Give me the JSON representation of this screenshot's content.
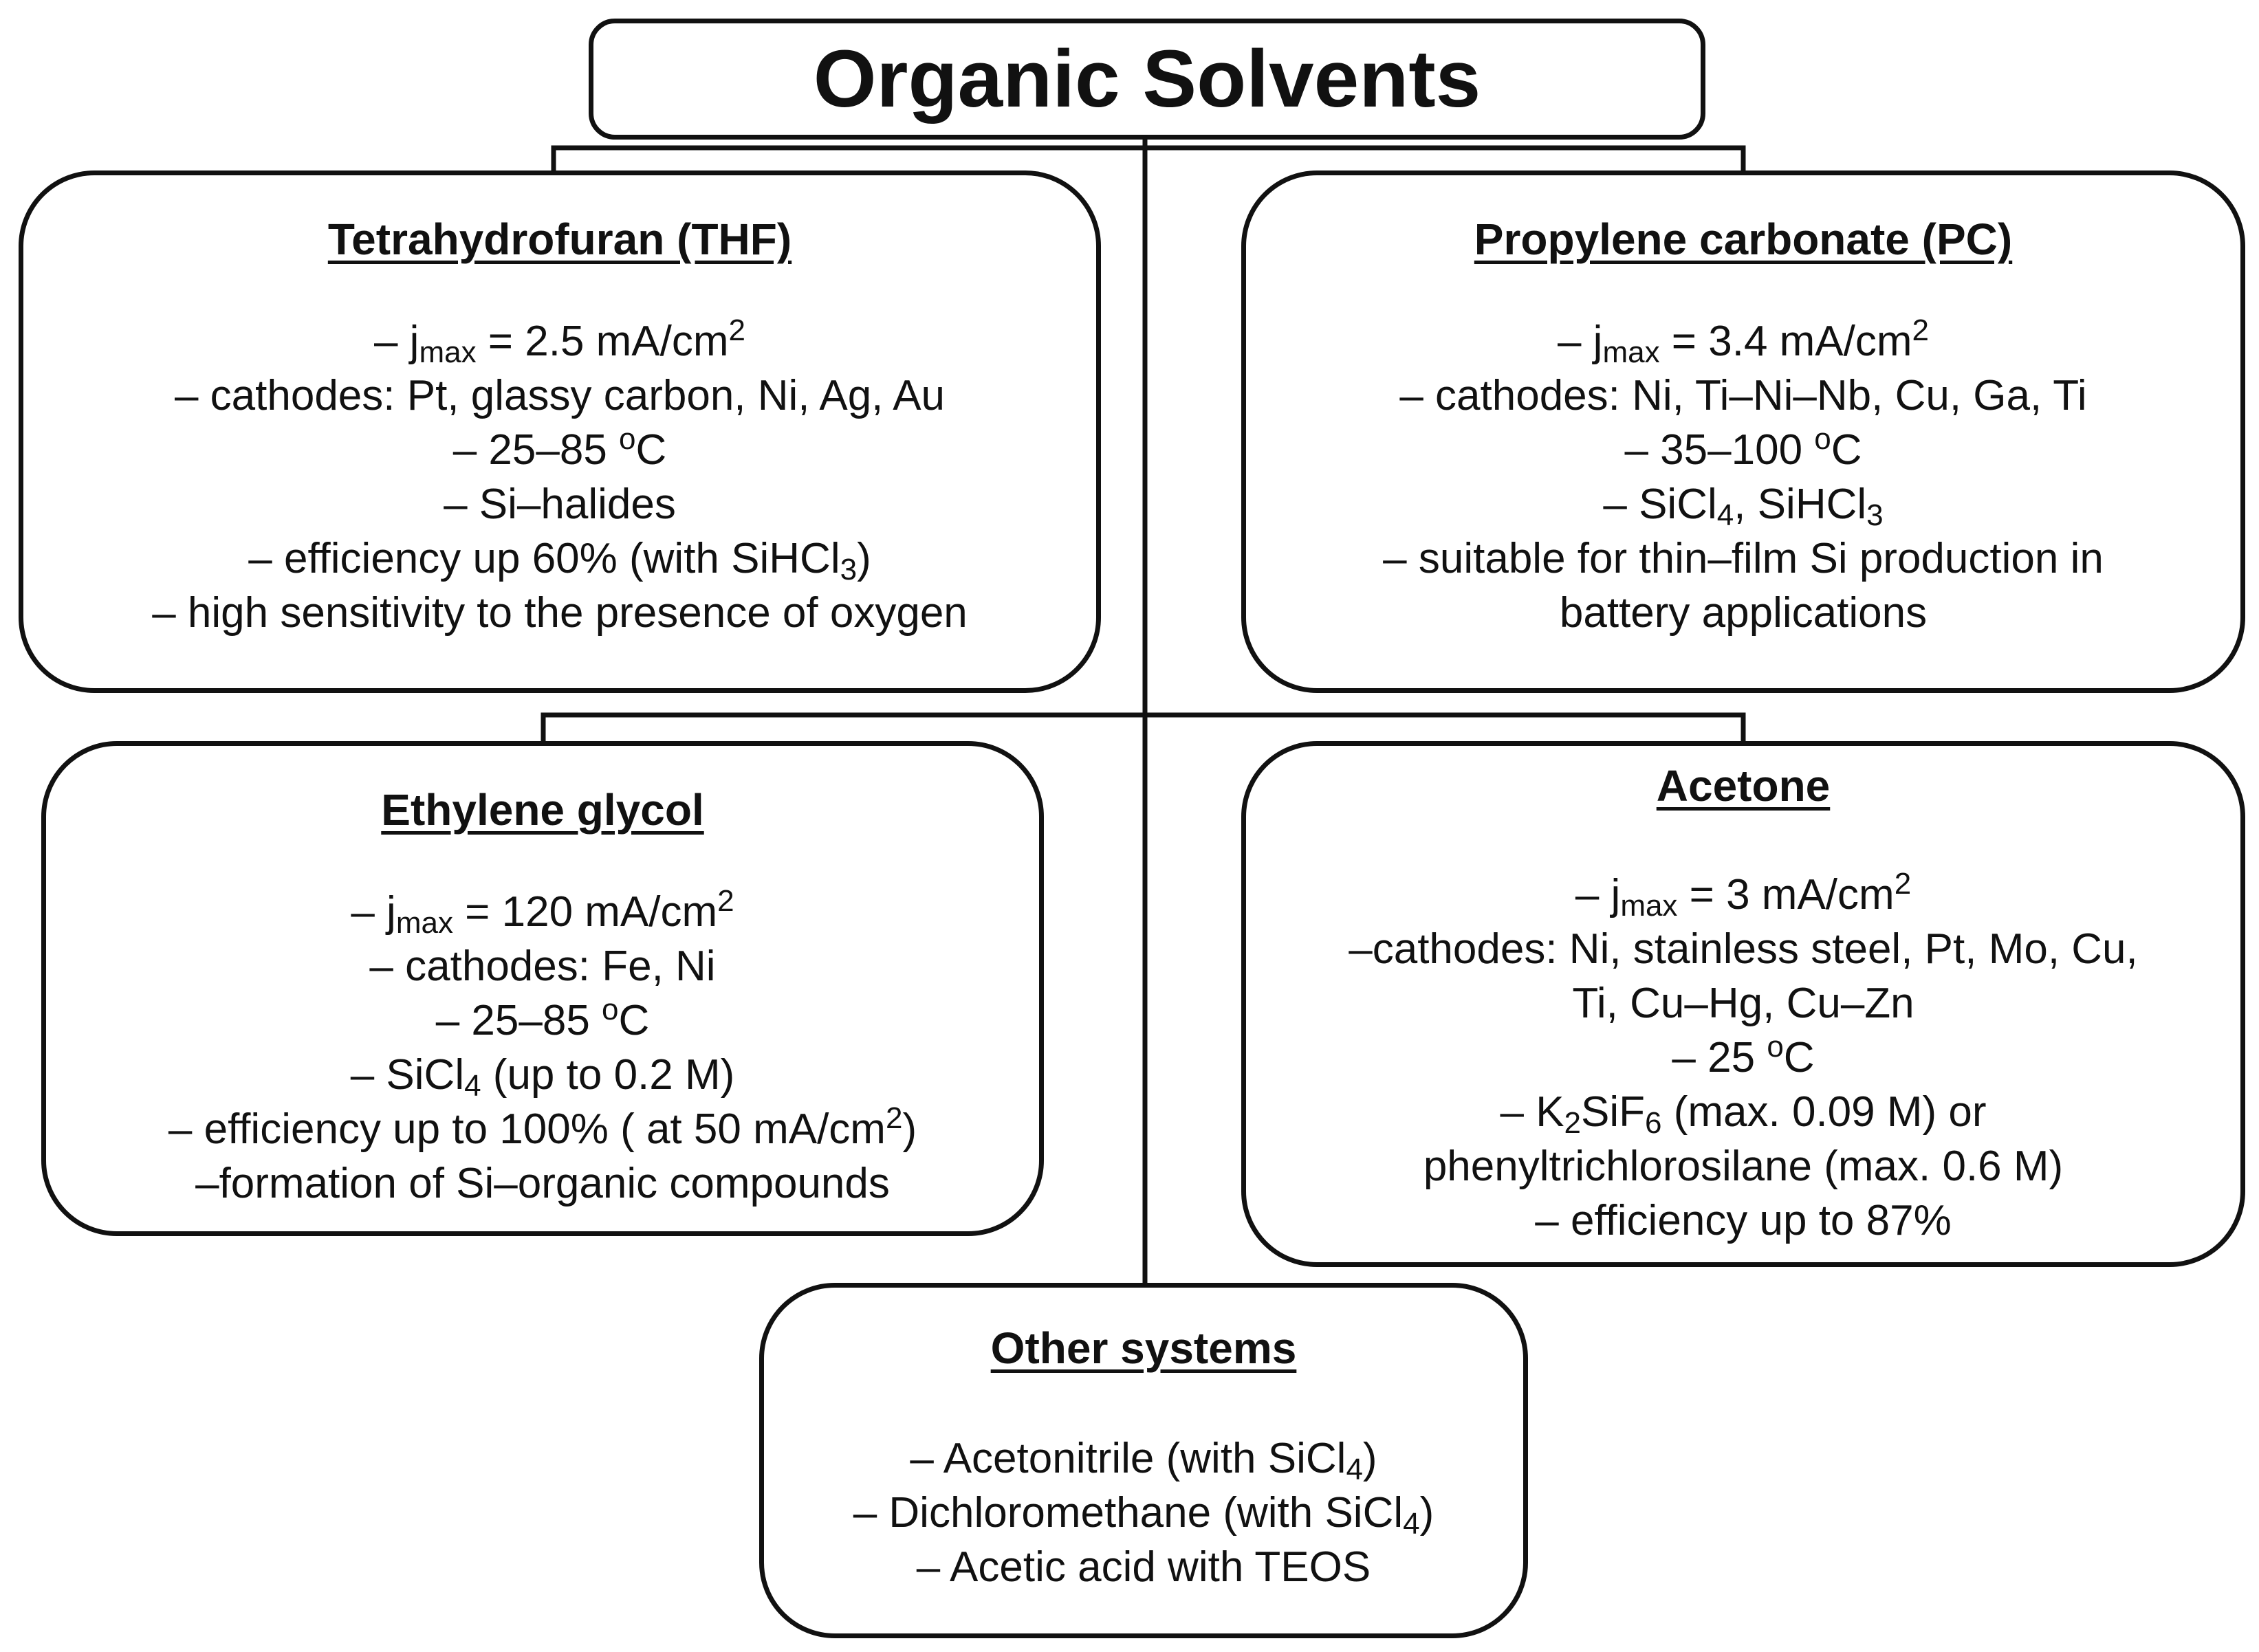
{
  "title": "Organic Solvents",
  "nodes": {
    "thf": {
      "heading": "Tetrahydrofuran (THF)",
      "jmax_prefix": "– j",
      "jmax_sub": "max",
      "jmax_value": " = 2.5 mA/cm",
      "jmax_sup": "2",
      "cathodes": "– cathodes:  Pt, glassy carbon, Ni, Ag, Au",
      "temp_a": "– 25–85 ",
      "temp_sup": "o",
      "temp_b": "C",
      "precursor": "– Si–halides",
      "efficiency_a": "– efficiency up 60% (with SiHCl",
      "efficiency_sub": "3",
      "efficiency_b": ")",
      "note": "– high sensitivity to the presence of oxygen"
    },
    "pc": {
      "heading": "Propylene carbonate (PC)",
      "jmax_prefix": "–  j",
      "jmax_sub": "max",
      "jmax_value": " = 3.4 mA/cm",
      "jmax_sup": "2",
      "cathodes": "– cathodes: Ni, Ti–Ni–Nb, Cu, Ga, Ti",
      "temp_a": "– 35–100 ",
      "temp_sup": "o",
      "temp_b": "C",
      "precursor_a": "– SiCl",
      "precursor_sub1": "4",
      "precursor_b": ", SiHCl",
      "precursor_sub2": "3",
      "note_line1": "– suitable for thin–film Si production in",
      "note_line2": "battery applications"
    },
    "ethylene_glycol": {
      "heading": "Ethylene glycol",
      "jmax_prefix": "–  j",
      "jmax_sub": "max",
      "jmax_value": " = 120 mA/cm",
      "jmax_sup": "2",
      "cathodes": "– cathodes: Fe, Ni",
      "temp_a": "– 25–85 ",
      "temp_sup": "o",
      "temp_b": "C",
      "precursor_a": "– SiCl",
      "precursor_sub": "4",
      "precursor_b": " (up to 0.2 M)",
      "efficiency_a": "– efficiency up to 100% ( at 50 mA/cm",
      "efficiency_sup": "2",
      "efficiency_b": ")",
      "note": "–formation of Si–organic compounds"
    },
    "acetone": {
      "heading": "Acetone",
      "jmax_prefix": "– j",
      "jmax_sub": "max",
      "jmax_value": " = 3 mA/cm",
      "jmax_sup": "2",
      "cathodes_line1": "–cathodes: Ni, stainless steel, Pt, Mo, Cu,",
      "cathodes_line2": "Ti, Cu–Hg, Cu–Zn",
      "temp_a": "– 25 ",
      "temp_sup": "o",
      "temp_b": "C",
      "precursor_a": "– K",
      "precursor_sub1": "2",
      "precursor_b": "SiF",
      "precursor_sub2": "6",
      "precursor_c": " (max. 0.09 M) or",
      "precursor_line2": "phenyltrichlorosilane (max. 0.6 M)",
      "efficiency": "– efficiency up to 87%"
    },
    "other": {
      "heading": "Other systems",
      "item1_a": "– Acetonitrile (with SiCl",
      "item1_sub": "4",
      "item1_b": ")",
      "item2_a": "– Dichloromethane (with SiCl",
      "item2_sub": "4",
      "item2_b": ")",
      "item3": "– Acetic acid with TEOS"
    }
  }
}
